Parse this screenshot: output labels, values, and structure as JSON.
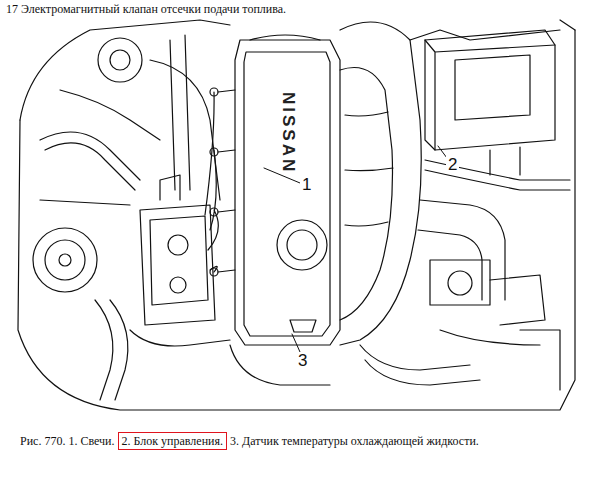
{
  "diagram": {
    "nodes": [
      {
        "text": [
          "2. Блок управления."
        ]
      }
    ],
    "labels": [
      "17 Электромагнитный клапан отсечки подачи топлива.",
      "NISSAN",
      "1",
      "2",
      "3",
      "Рис. 770. 1. Свечи.",
      "3. Датчик температуры охлаждающей жидкости."
    ]
  }
}
